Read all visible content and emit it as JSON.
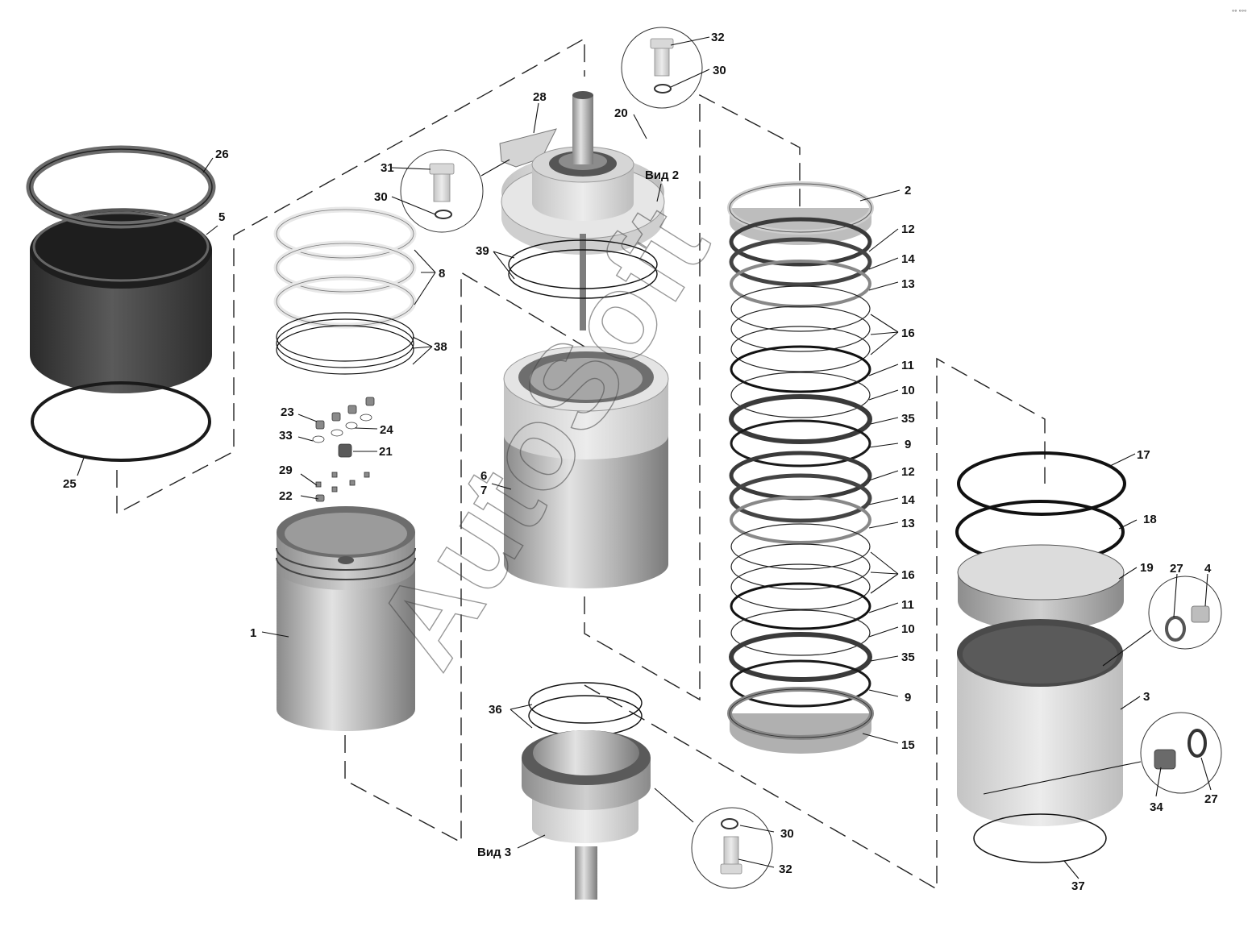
{
  "watermark": "AutoSoft",
  "corner_mark": "°° °°°",
  "views": {
    "view2": "Вид 2",
    "view3": "Вид 3"
  },
  "callouts": {
    "c1": "1",
    "c2": "2",
    "c3": "3",
    "c4": "4",
    "c5": "5",
    "c6": "6",
    "c7": "7",
    "c8": "8",
    "c9a": "9",
    "c9b": "9",
    "c10a": "10",
    "c10b": "10",
    "c11a": "11",
    "c11b": "11",
    "c12a": "12",
    "c12b": "12",
    "c13a": "13",
    "c13b": "13",
    "c14a": "14",
    "c14b": "14",
    "c15": "15",
    "c16a": "16",
    "c16b": "16",
    "c17": "17",
    "c18": "18",
    "c19": "19",
    "c20": "20",
    "c21": "21",
    "c22": "22",
    "c23": "23",
    "c24": "24",
    "c25": "25",
    "c26": "26",
    "c27a": "27",
    "c27b": "27",
    "c28": "28",
    "c29": "29",
    "c30a": "30",
    "c30b": "30",
    "c30c": "30",
    "c31": "31",
    "c32a": "32",
    "c32b": "32",
    "c33": "33",
    "c34": "34",
    "c35a": "35",
    "c35b": "35",
    "c36": "36",
    "c37": "37",
    "c38": "38",
    "c39": "39"
  },
  "colors": {
    "dark_part": "#3c3c3c",
    "steel": "#a9a9a9",
    "light_part": "#d8d8d8",
    "line": "#111111"
  }
}
